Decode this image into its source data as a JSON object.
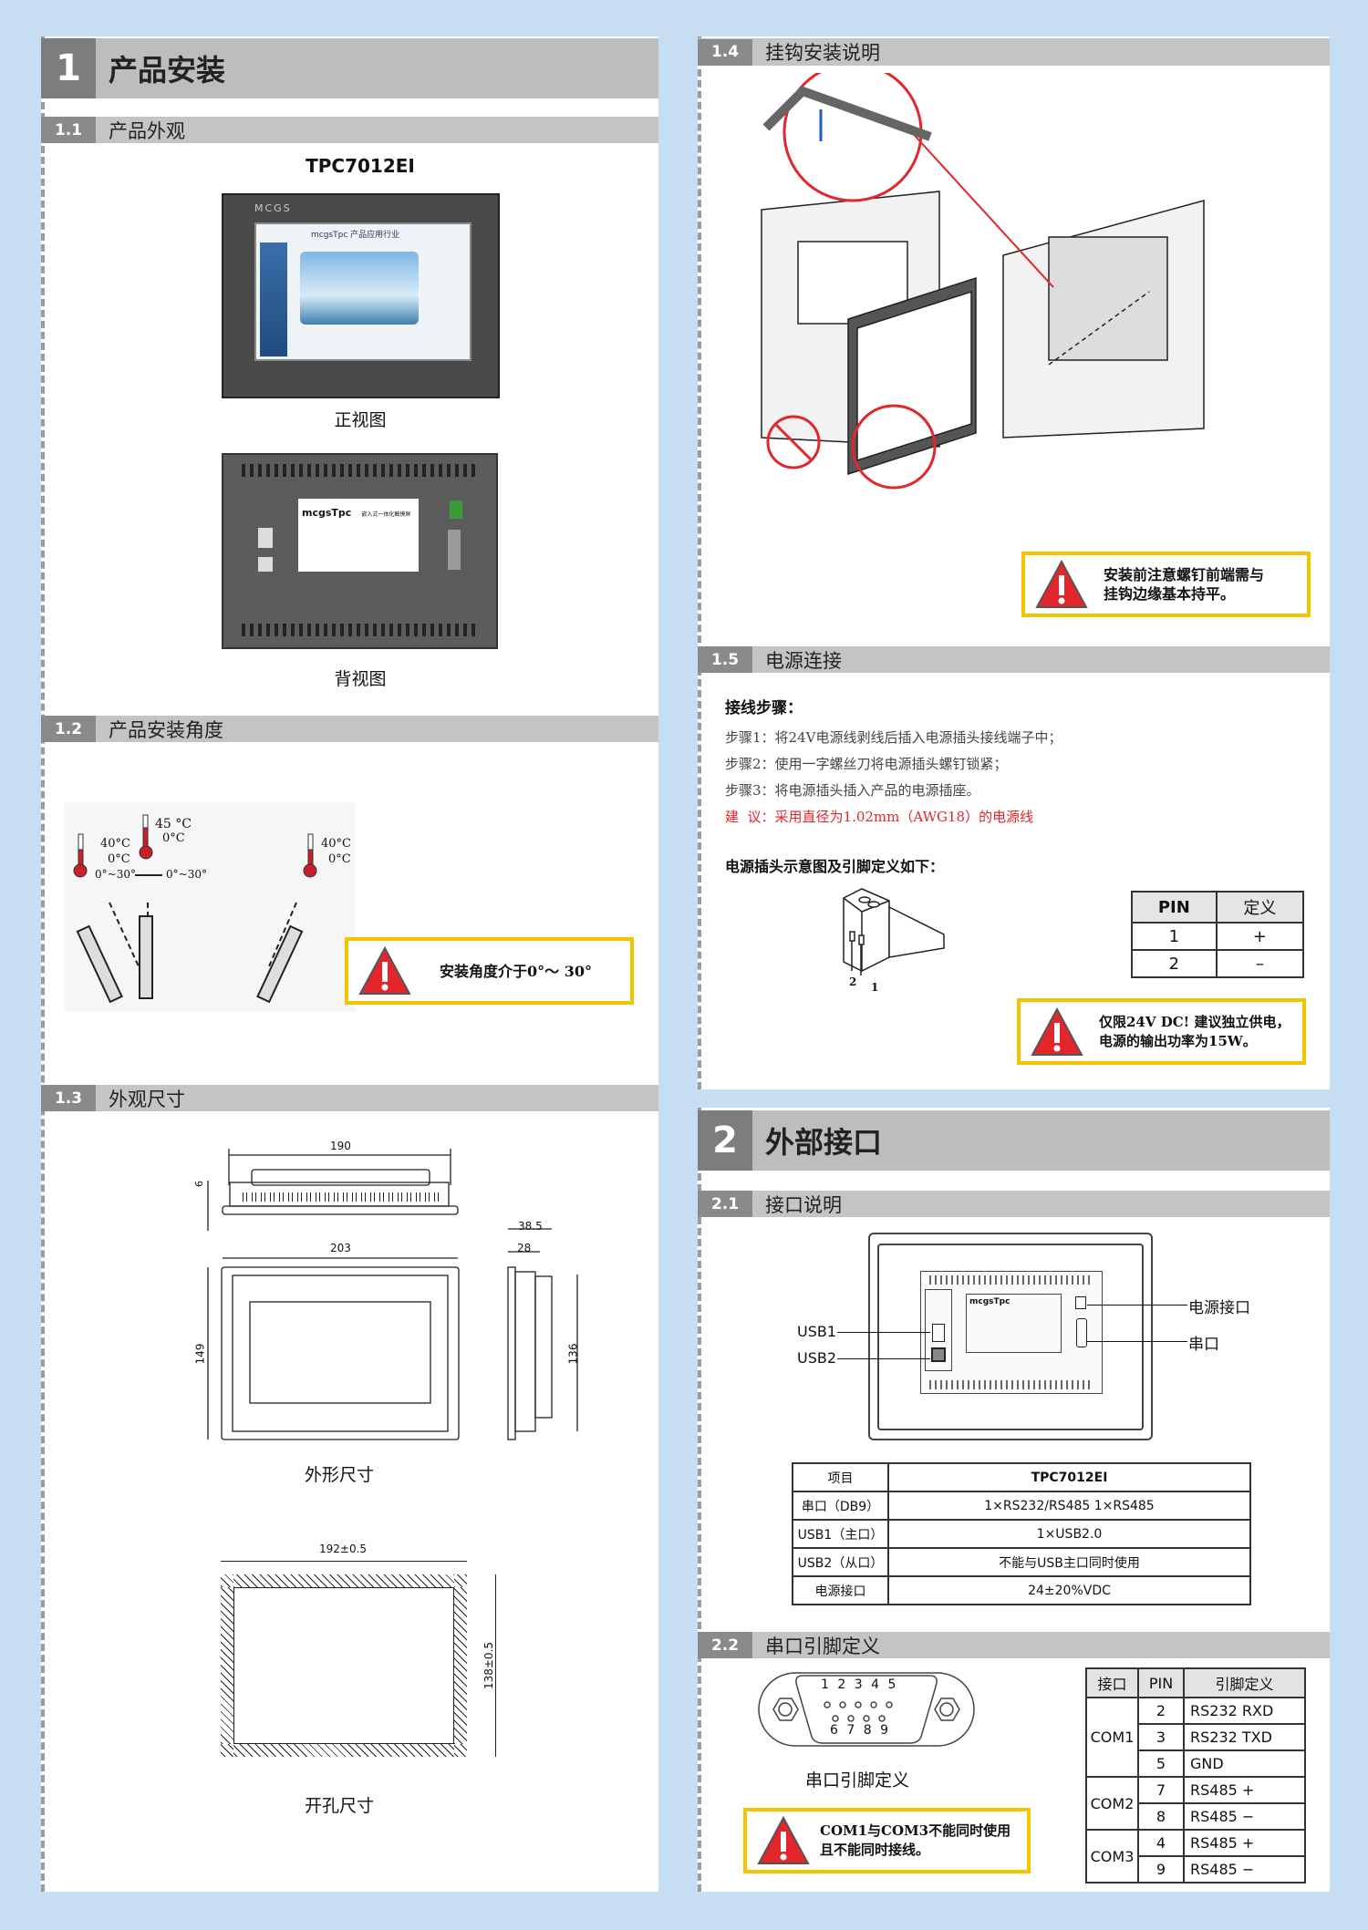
{
  "section1": {
    "number": "1",
    "title": "产品安装"
  },
  "s1_1": {
    "number": "1.1",
    "title": "产品外观",
    "model": "TPC7012EI",
    "front_caption": "正视图",
    "back_caption": "背视图",
    "screen_brand": "MCGS",
    "screen_title": "mcgsTpc 产品应用行业",
    "label_brand": "mcgsTpc",
    "label_title": "嵌入式一体化触摸屏"
  },
  "s1_2": {
    "number": "1.2",
    "title": "产品安装角度",
    "thermo": [
      {
        "high": "40°C",
        "low": "0°C"
      },
      {
        "high": "45 °C",
        "low": "0°C"
      },
      {
        "high": "40°C",
        "low": "0°C"
      }
    ],
    "angle_left": "0°~30°",
    "angle_right": "0°~30°",
    "warning": "安装角度介于0°～ 30°"
  },
  "s1_3": {
    "number": "1.3",
    "title": "外观尺寸",
    "dims": {
      "top_width": "190",
      "depth": "6",
      "front_width": "203",
      "front_height": "149",
      "side_depth": "38.5",
      "side_inner": "28",
      "side_height": "136"
    },
    "outline_caption": "外形尺寸",
    "cut_width": "192±0.5",
    "cut_height": "138±0.5",
    "cut_caption": "开孔尺寸"
  },
  "s1_4": {
    "number": "1.4",
    "title": "挂钩安装说明",
    "warning": [
      "安装前注意螺钉前端需与",
      "挂钩边缘基本持平。"
    ]
  },
  "s1_5": {
    "number": "1.5",
    "title": "电源连接",
    "steps_title": "接线步骤：",
    "steps": [
      "步骤1：将24V电源线剥线后插入电源插头接线端子中；",
      "步骤2：使用一字螺丝刀将电源插头螺钉锁紧；",
      "步骤3：将电源插头插入产品的电源插座。"
    ],
    "advice": "建  议：采用直径为1.02mm（AWG18）的电源线",
    "diagram_title": "电源插头示意图及引脚定义如下：",
    "plug_labels": [
      "2",
      "1"
    ],
    "pin_table": {
      "headers": [
        "PIN",
        "定义"
      ],
      "rows": [
        [
          "1",
          "+"
        ],
        [
          "2",
          "–"
        ]
      ]
    },
    "warning": [
      "仅限24V DC! 建议独立供电，",
      "电源的输出功率为15W。"
    ]
  },
  "section2": {
    "number": "2",
    "title": "外部接口"
  },
  "s2_1": {
    "number": "2.1",
    "title": "接口说明",
    "labels": {
      "usb1": "USB1",
      "usb2": "USB2",
      "power": "电源接口",
      "serial": "串口"
    },
    "table": {
      "headers": [
        "项目",
        "TPC7012EI"
      ],
      "rows": [
        [
          "串口（DB9）",
          "1×RS232/RS485 1×RS485"
        ],
        [
          "USB1（主口）",
          "1×USB2.0"
        ],
        [
          "USB2（从口）",
          "不能与USB主口同时使用"
        ],
        [
          "电源接口",
          "24±20%VDC"
        ]
      ]
    }
  },
  "s2_2": {
    "number": "2.2",
    "title": "串口引脚定义",
    "db9_top": [
      "1",
      "2",
      "3",
      "4",
      "5"
    ],
    "db9_bottom": [
      "6",
      "7",
      "8",
      "9"
    ],
    "caption": "串口引脚定义",
    "warning": [
      "COM1与COM3不能同时使用",
      "且不能同时接线。"
    ],
    "table": {
      "headers": [
        "接口",
        "PIN",
        "引脚定义"
      ],
      "groups": [
        {
          "port": "COM1",
          "rows": [
            [
              "2",
              "RS232 RXD"
            ],
            [
              "3",
              "RS232 TXD"
            ],
            [
              "5",
              "GND"
            ]
          ]
        },
        {
          "port": "COM2",
          "rows": [
            [
              "7",
              "RS485 +"
            ],
            [
              "8",
              "RS485 −"
            ]
          ]
        },
        {
          "port": "COM3",
          "rows": [
            [
              "4",
              "RS485 +"
            ],
            [
              "9",
              "RS485 −"
            ]
          ]
        }
      ]
    }
  },
  "colors": {
    "accent_yellow": "#f5c400",
    "warning_red": "#e3262b",
    "advice_red": "#e0262b"
  }
}
